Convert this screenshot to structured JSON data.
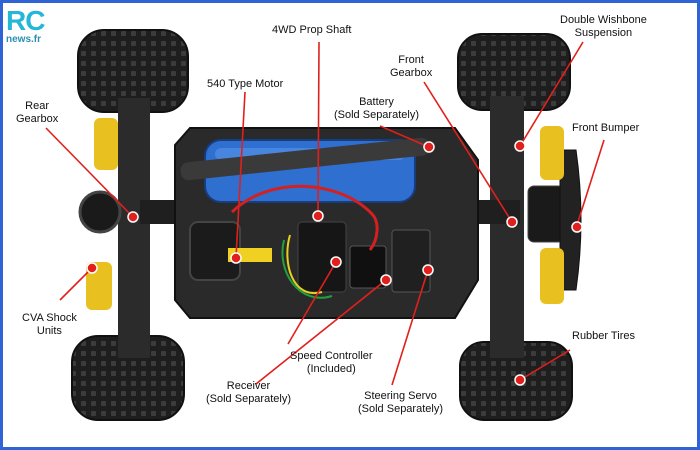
{
  "logo": {
    "mark": "RC",
    "site": "news.fr"
  },
  "labels": {
    "prop_shaft": "4WD Prop Shaft",
    "double_wishbone": [
      "Double Wishbone",
      "Suspension"
    ],
    "motor": "540 Type Motor",
    "front_gearbox": [
      "Front",
      "Gearbox"
    ],
    "battery": [
      "Battery",
      "(Sold Separately)"
    ],
    "rear_gearbox": [
      "Rear",
      "Gearbox"
    ],
    "front_bumper": "Front Bumper",
    "cva_shock": [
      "CVA Shock",
      "Units"
    ],
    "rubber_tires": "Rubber Tires",
    "speed_controller": [
      "Speed Controller",
      "(Included)"
    ],
    "receiver": [
      "Receiver",
      "(Sold Separately)"
    ],
    "steering_servo": [
      "Steering Servo",
      "(Sold Separately)"
    ]
  },
  "colors": {
    "frame": "#2f63d6",
    "leader": "#e0201c",
    "battery": "#2f6fd0",
    "chassis": "#2a2a2a",
    "spring": "#e8c020"
  }
}
